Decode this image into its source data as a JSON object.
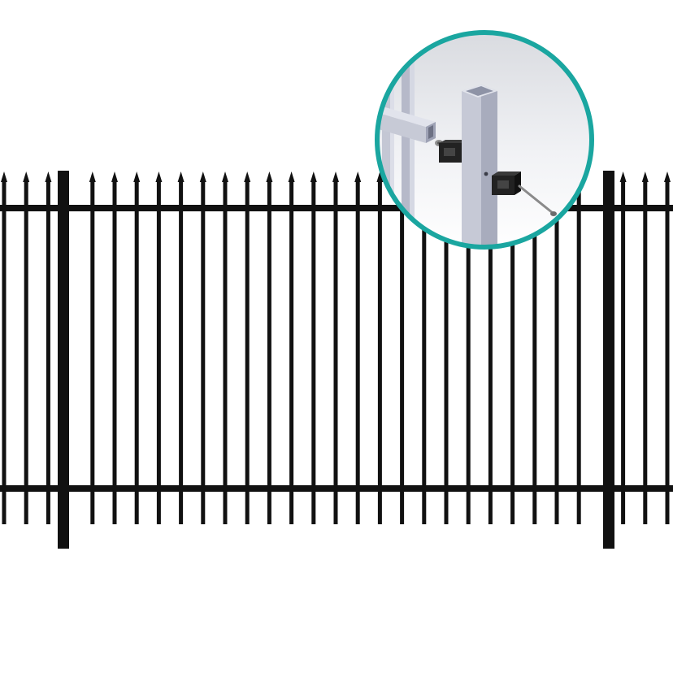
{
  "scene": {
    "subject": "fence",
    "colors": {
      "background": "#ffffff",
      "fence": "#111111",
      "inset_ring": "#1aa6a0",
      "inset_background": "#eeeff2",
      "post_light": "#c9ccd8",
      "post_mid": "#aeb2c2",
      "post_dark": "#8e93a6",
      "bracket": "#1c1c1c",
      "bolt": "#888888"
    },
    "inset": {
      "subject": "post-bracket-detail",
      "parts": [
        "rail-end",
        "nut",
        "bracket",
        "post",
        "bracket",
        "bolt"
      ]
    }
  }
}
